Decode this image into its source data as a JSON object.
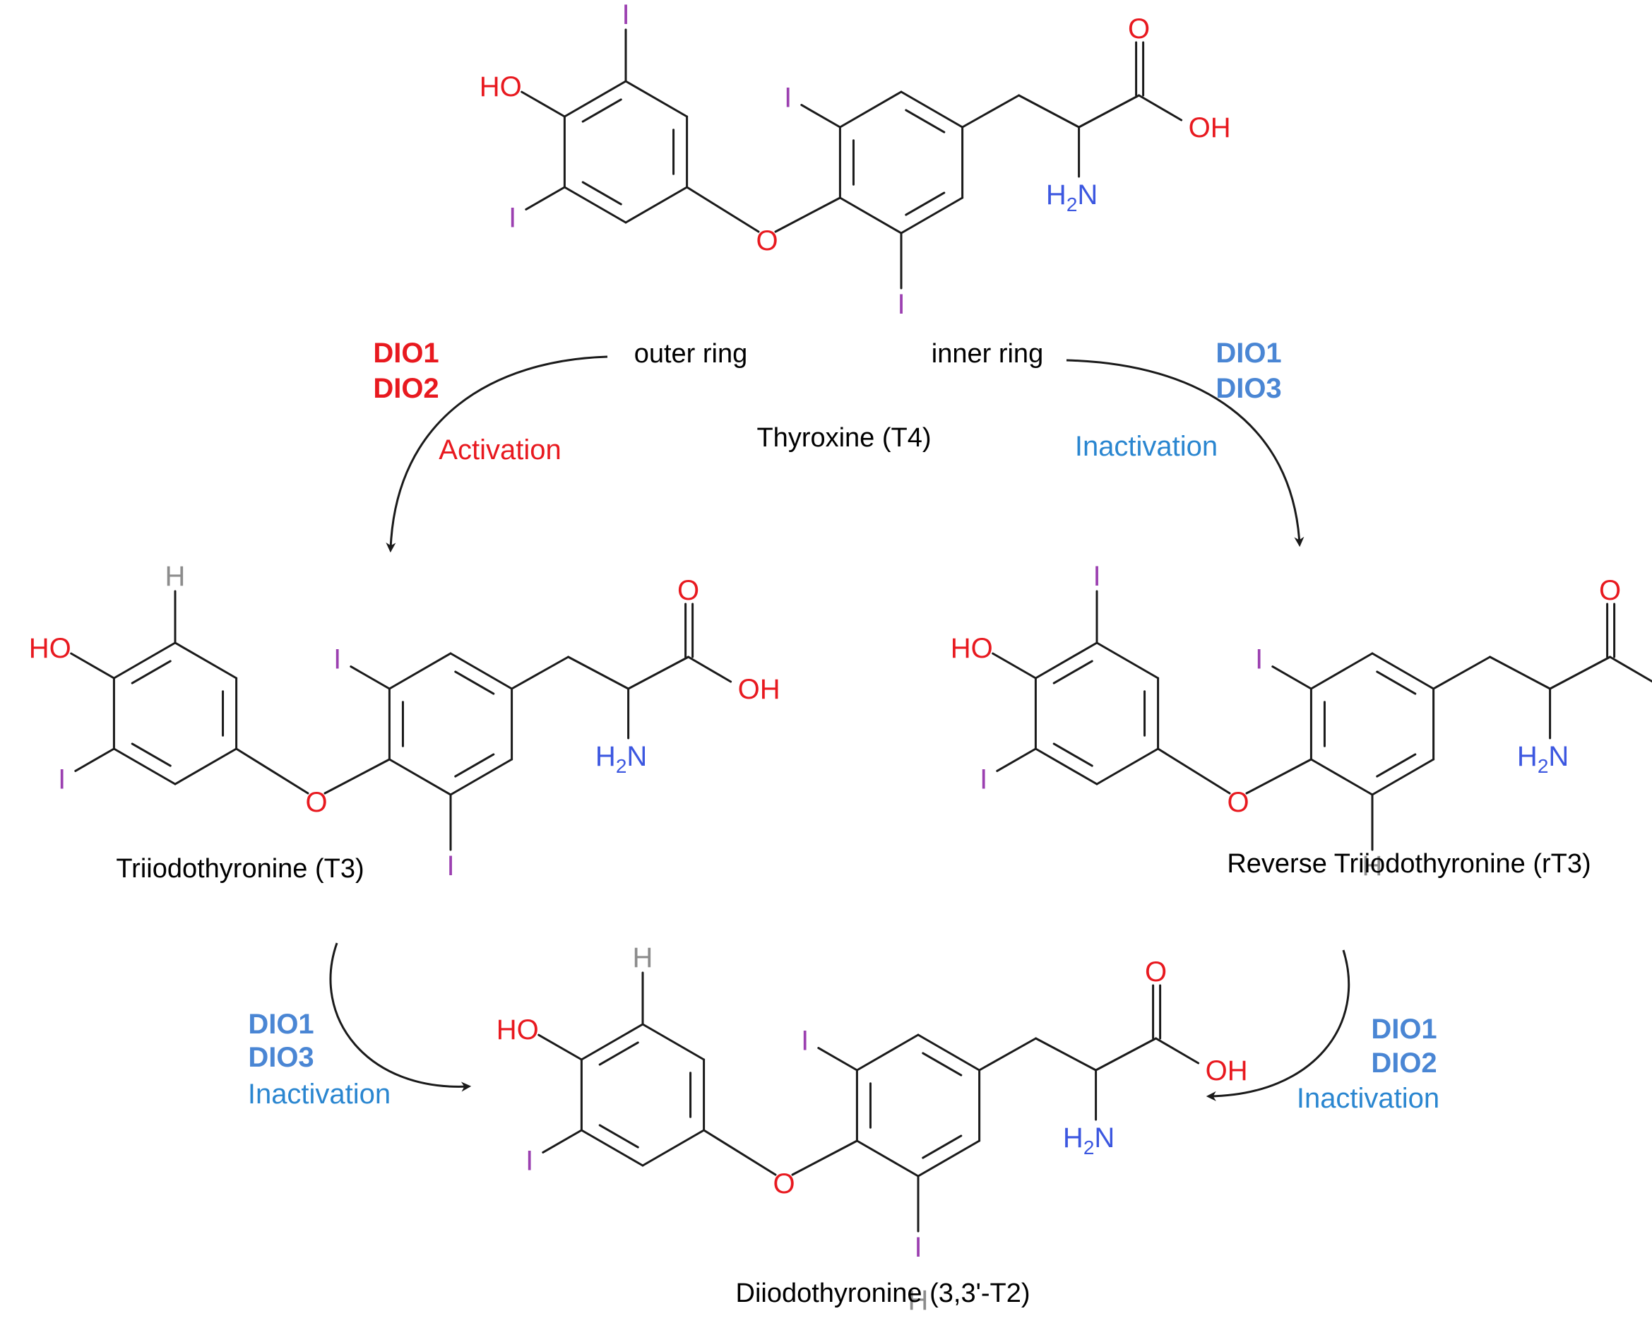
{
  "colors": {
    "oxygen": "#e8191f",
    "iodine": "#9b3fb0",
    "nitrogen": "#3c57e0",
    "hydrogen": "#8c8c8c",
    "bond": "#1a1a1a",
    "activation": "#e8191f",
    "inactivation_enzyme": "#4a86d4",
    "inactivation_text": "#2a86d0",
    "text": "#000000"
  },
  "atoms": {
    "hydroxyl": "HO",
    "iodine": "I",
    "oxygen": "O",
    "carbonyl_oxygen": "O",
    "acid_hydroxyl": "OH",
    "amine": "H2N",
    "hydrogen": "H"
  },
  "molecules": {
    "t4": "Thyroxine (T4)",
    "t3": "Triiodothyronine (T3)",
    "rt3": "Reverse Triiodothyronine (rT3)",
    "t2": "Diiodothyronine (3,3'-T2)"
  },
  "ring_labels": {
    "outer": "outer ring",
    "inner": "inner ring"
  },
  "reactions": {
    "t4_to_t3": {
      "enzyme1": "DIO1",
      "enzyme2": "DIO2",
      "process": "Activation",
      "color": "#e8191f"
    },
    "t4_to_rt3": {
      "enzyme1": "DIO1",
      "enzyme2": "DIO3",
      "process": "Inactivation"
    },
    "t3_to_t2": {
      "enzyme1": "DIO1",
      "enzyme2": "DIO3",
      "process": "Inactivation"
    },
    "rt3_to_t2": {
      "enzyme1": "DIO1",
      "enzyme2": "DIO2",
      "process": "Inactivation"
    }
  }
}
